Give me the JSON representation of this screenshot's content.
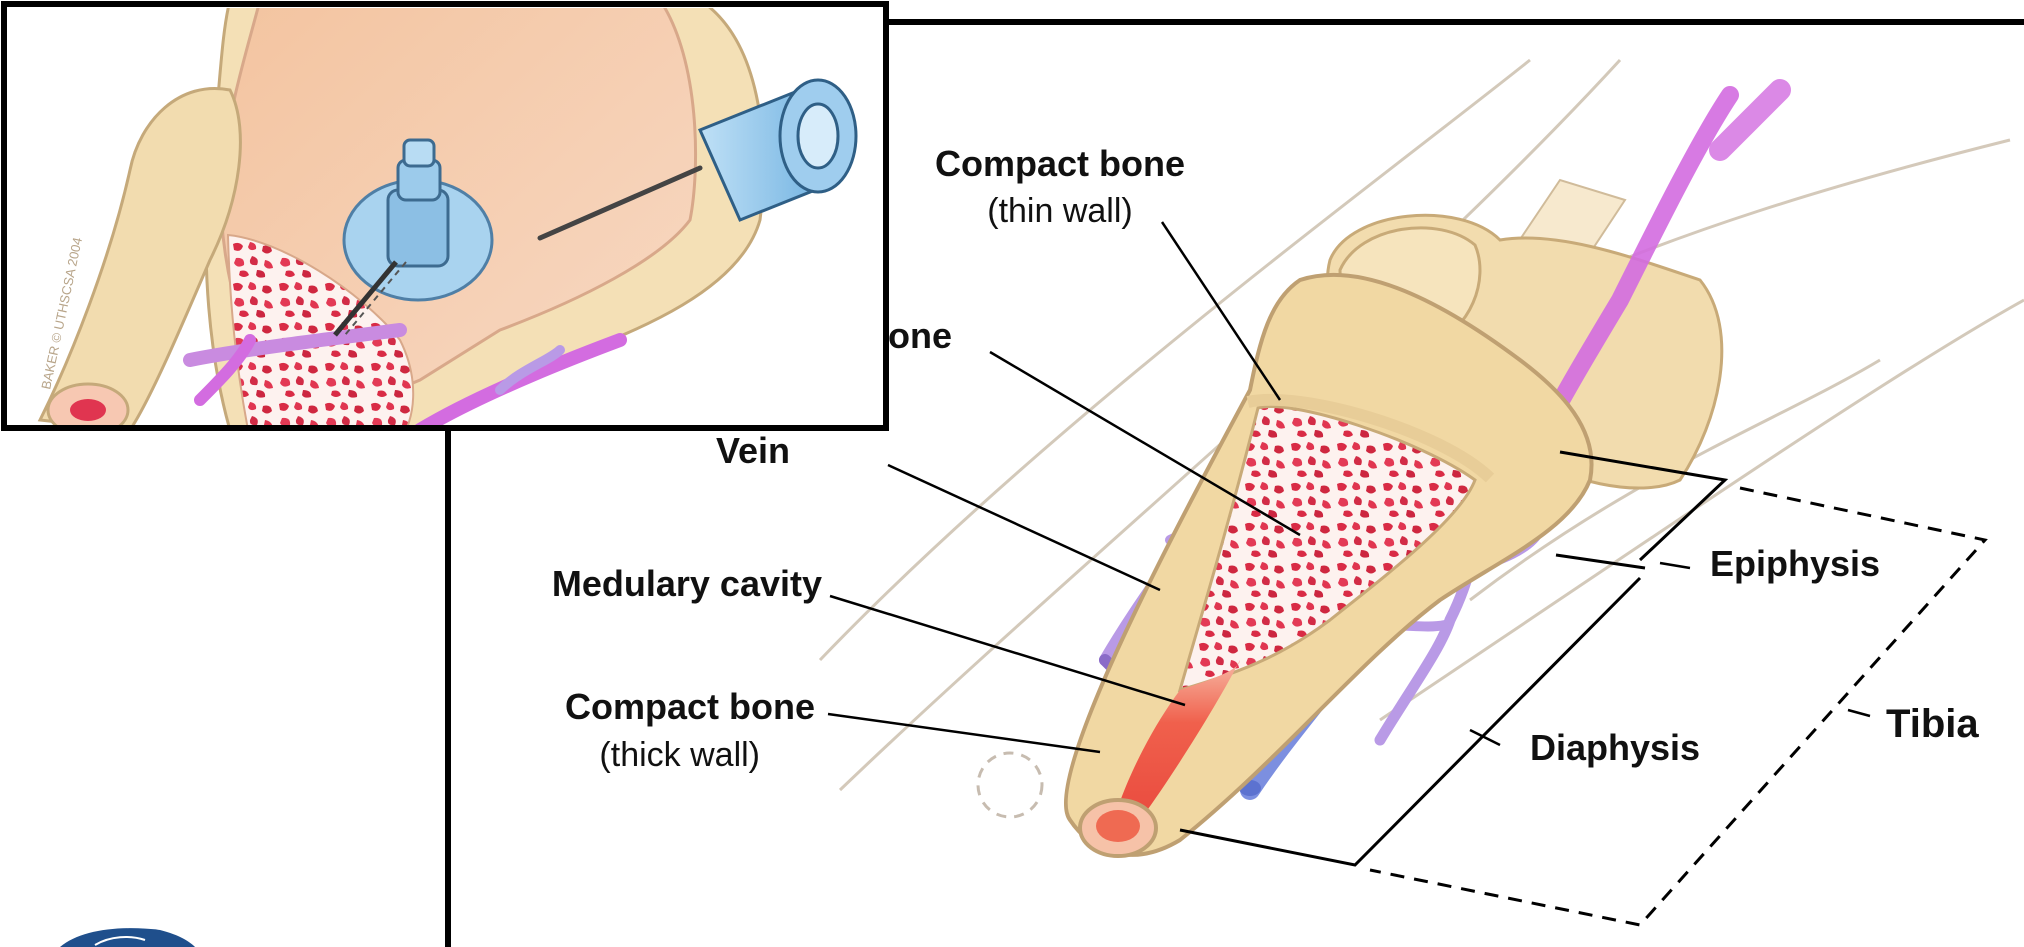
{
  "labels": {
    "compact_thin_title": "Compact bone",
    "compact_thin_sub": "(thin wall)",
    "spongy_partial": "one",
    "vein": "Vein",
    "medullary": "Medulary cavity",
    "compact_thick_title": "Compact bone",
    "compact_thick_sub": "(thick wall)",
    "epiphysis": "Epiphysis",
    "diaphysis": "Diaphysis",
    "tibia": "Tibia"
  },
  "inset": {
    "watermark": "BAKER © UTHSCSA 2004"
  },
  "colors": {
    "bone": "#f3dcaa",
    "skin": "#f6c9a7",
    "marrow_red": "#e0304a",
    "vein_purple": "#b99ae6",
    "artery_magenta": "#d36ce0",
    "needle_blue": "#8fc3ea",
    "cavity_red": "#ef5a4a",
    "frame": "#000000"
  }
}
